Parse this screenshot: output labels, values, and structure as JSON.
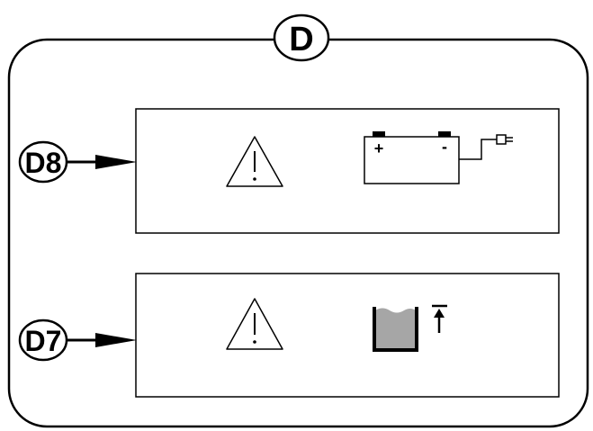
{
  "diagram": {
    "frame_label": "D",
    "panels": [
      {
        "label": "D8",
        "icons": [
          "warning-triangle-icon",
          "battery-charger-icon"
        ],
        "battery": {
          "plus": "+",
          "minus": "-"
        }
      },
      {
        "label": "D7",
        "icons": [
          "warning-triangle-icon",
          "fluid-level-icon"
        ]
      }
    ],
    "colors": {
      "line": "#000000",
      "background": "#ffffff",
      "fluid": "#a6a6a6"
    }
  }
}
